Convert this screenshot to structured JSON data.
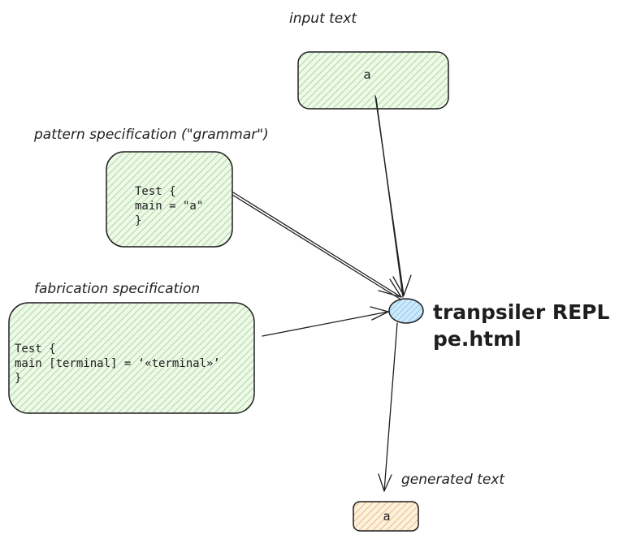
{
  "labels": {
    "input_text": "input text",
    "pattern_spec": "pattern specification (\"grammar\")",
    "fabrication_spec": "fabrication specification",
    "generated_text": "generated text"
  },
  "nodes": {
    "input_box": {
      "text": "a"
    },
    "grammar_box": {
      "lines": [
        "Test {",
        "main = \"a\"",
        "}"
      ]
    },
    "fabrication_box": {
      "lines": [
        "Test {",
        "main [terminal] = ‘«terminal»’",
        "}"
      ]
    },
    "output_box": {
      "text": "a"
    }
  },
  "transpiler": {
    "title": "tranpsiler REPL",
    "file": "pe.html"
  },
  "colors": {
    "green_fill": "#b2f2bb",
    "green_hatch": "#8fd18a",
    "orange_fill": "#ffd8a8",
    "orange_hatch": "#e9b56c",
    "blue_fill": "#a5d8ff",
    "stroke": "#1e1e1e"
  }
}
